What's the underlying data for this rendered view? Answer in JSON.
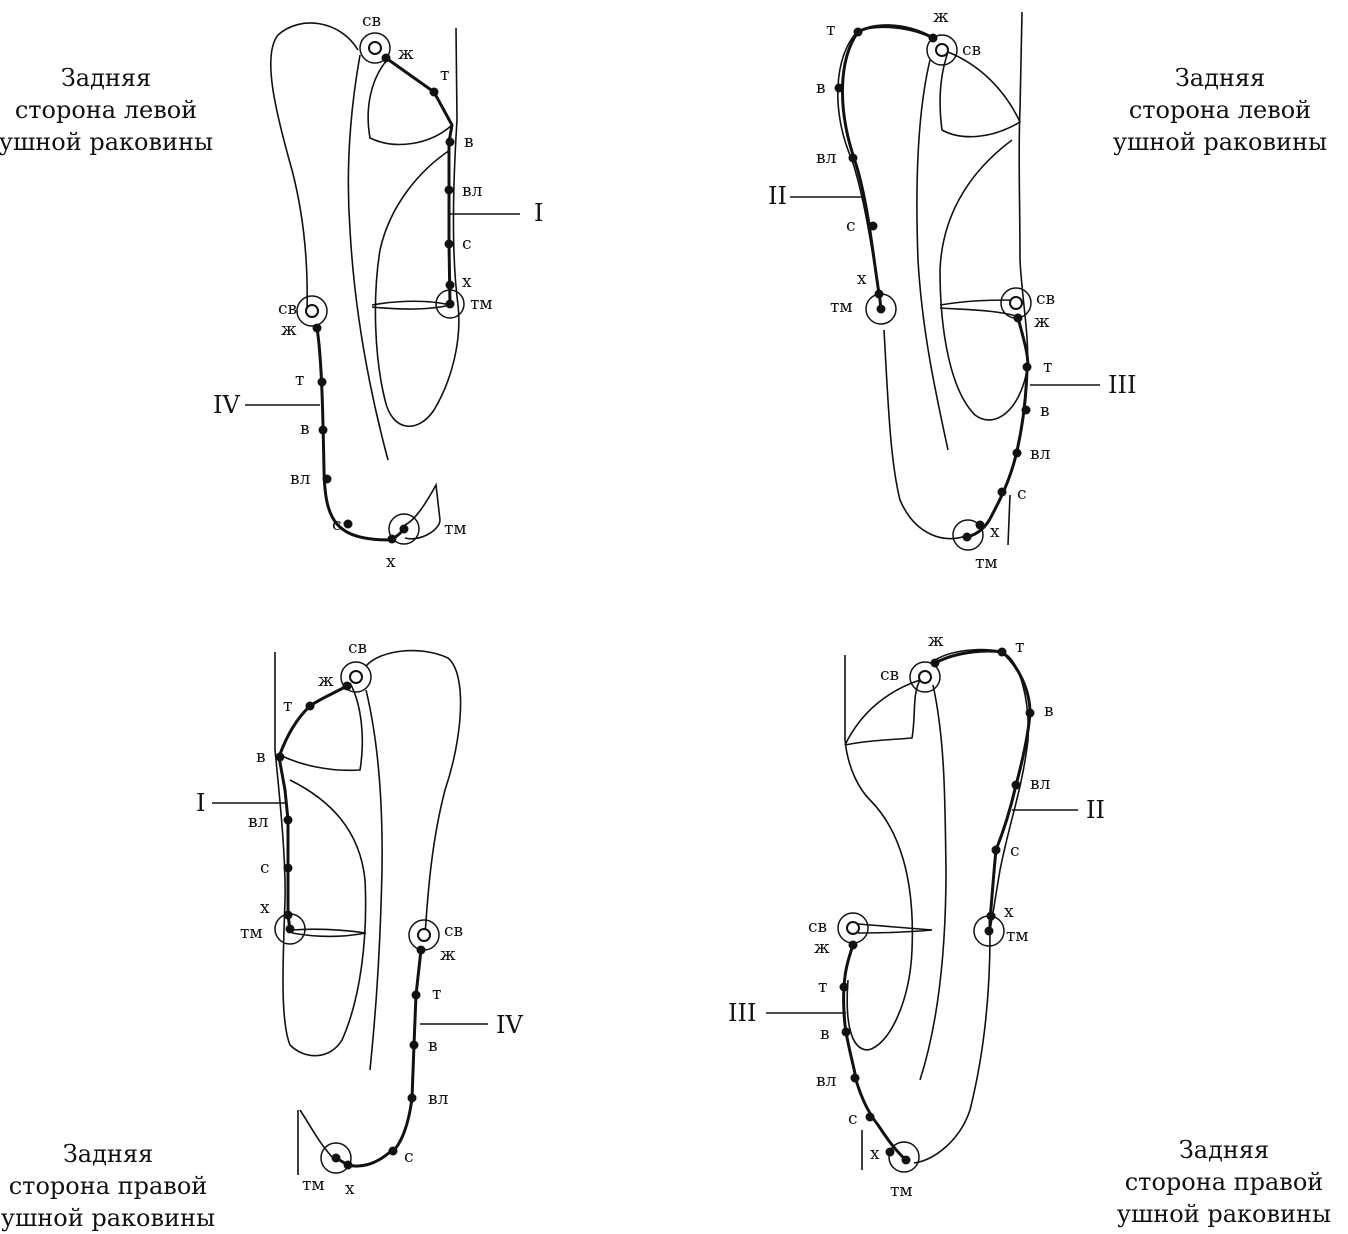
{
  "captions": {
    "top_left": [
      "Задняя",
      "сторона левой",
      "ушной раковины"
    ],
    "top_right": [
      "Задняя",
      "сторона левой",
      "ушной раковины"
    ],
    "bottom_left": [
      "Задняя",
      "сторона правой",
      "ушной раковины"
    ],
    "bottom_right": [
      "Задняя",
      "сторона правой",
      "ушной раковины"
    ]
  },
  "channel_ids": {
    "I": "I",
    "II": "II",
    "III": "III",
    "IV": "IV"
  },
  "point_labels": {
    "sv": "св",
    "zh": "ж",
    "t": "т",
    "v": "в",
    "vl": "вл",
    "s": "с",
    "h": "х",
    "tm": "тм"
  },
  "colors": {
    "ink": "#111111",
    "background": "#ffffff"
  }
}
